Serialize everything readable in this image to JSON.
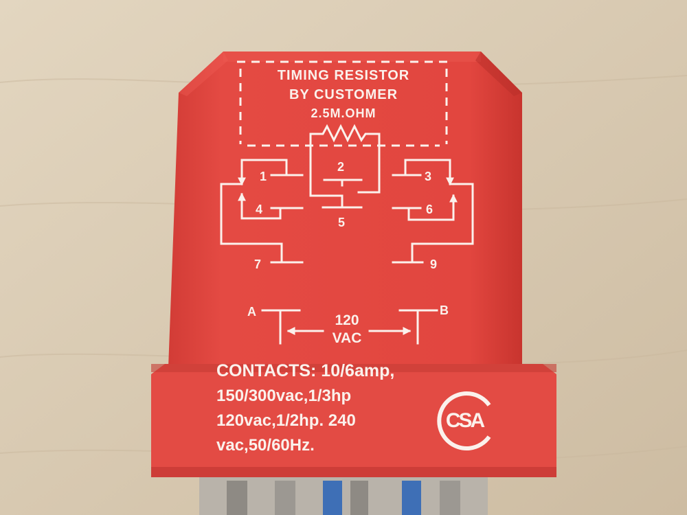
{
  "colors": {
    "background": "#d9cbb4",
    "relay_body": "#e0453f",
    "relay_body_dark": "#c9352f",
    "print": "#fbf1ec",
    "terminal_blue": "#3e6fb6"
  },
  "label": {
    "header_line1": "TIMING RESISTOR",
    "header_line2": "BY CUSTOMER",
    "header_line3": "2.5M.OHM",
    "pins": {
      "p1": "1",
      "p2": "2",
      "p3": "3",
      "p4": "4",
      "p5": "5",
      "p6": "6",
      "p7": "7",
      "p9": "9"
    },
    "coil_a": "A",
    "coil_b": "B",
    "voltage_value": "120",
    "voltage_unit": "VAC",
    "specs": [
      "CONTACTS: 10/6amp,",
      "150/300vac,1/3hp",
      "120vac,1/2hp. 240",
      "vac,50/60Hz."
    ],
    "cert_mark": "CSA"
  },
  "icons": {
    "resistor": "resistor-zigzag-icon",
    "certification": "csa-logo-icon"
  }
}
